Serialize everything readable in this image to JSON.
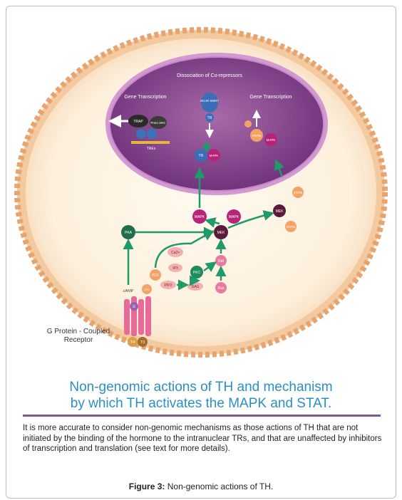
{
  "diagram": {
    "nucleus": {
      "dissociation_label": "Dissociation of Co-repressors",
      "gene_transcription_left": "Gene Transcription",
      "gene_transcription_right": "Gene Transcription",
      "trap": "TRAP",
      "pmm_src": "Pmm SRC",
      "tres": "TREs",
      "ncor_smrt": "NCoR SMRT",
      "tr": "TR",
      "p": "P",
      "mapk": "MAPK",
      "stat": "STATa"
    },
    "cytoplasm": {
      "pka": "PKA",
      "mek": "MEK",
      "mapk": "MAPK",
      "ca": "Ca2+",
      "ip3": "IP3",
      "pld": "PLD",
      "pkc": "PKC",
      "raf": "Raf",
      "ras": "Ras",
      "pip2": "PIP2",
      "dag": "DAG",
      "camp": "cAMP",
      "ac": "AC",
      "g": "G",
      "stat": "STATa"
    },
    "receptor": {
      "label": "G Protein - Coupled Receptor",
      "t4": "T4",
      "t3": "T3"
    },
    "colors": {
      "membrane": "#f5c9a2",
      "nucleus": "#7b3f86",
      "mapk": "#b8237a",
      "arrow": "#1f9a6a",
      "pka": "#1f6f4a"
    }
  },
  "title": {
    "line1": "Non-genomic actions of TH and mechanism",
    "line2": "by which TH activates the MAPK and STAT."
  },
  "description": "It is more accurate to consider non-genomic mechanisms as those actions of TH that are not initiated by the binding of the hormone to the intranuclear TRs, and that are unaffected by inhibitors of transcription and translation (see text for more details).",
  "caption": {
    "label": "Figure 3:",
    "text": " Non-genomic actions of TH."
  }
}
